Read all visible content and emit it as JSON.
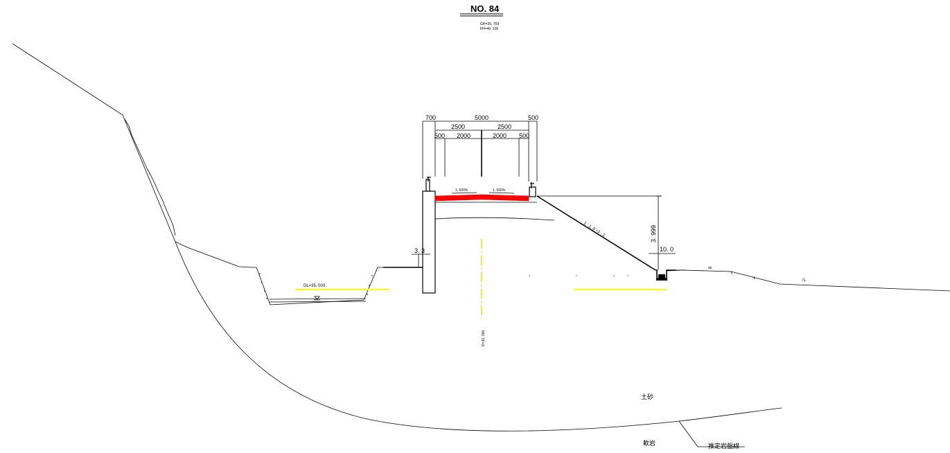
{
  "section": {
    "title": "NO. 84",
    "gh": "GH=35. 769",
    "fh": "FH=40. 100"
  },
  "dimensions": {
    "top_left": "700",
    "top_total": "5000",
    "top_right": "500",
    "half_left": "2500",
    "half_right": "2500",
    "sub_left_500": "500",
    "sub_left_2000": "2000",
    "sub_right_2000": "2000",
    "sub_right_500": "500"
  },
  "slopes": {
    "left": "1. 500%",
    "right": "1. 500%",
    "embankment": "1 : 1. 8 =1 : 2"
  },
  "labels": {
    "wall_width": "3. 3",
    "height_dim": "3. 999",
    "ditch": "10. 0",
    "dl": "DL=35. 000",
    "datum": "D=30. 000",
    "as": "as",
    "grass": "ﾉL",
    "soil": "土砂",
    "soft_rock": "軟岩",
    "rock_line": "推定岩盤線"
  },
  "colors": {
    "pavement": "#ff0000",
    "water_level": "#ffff00",
    "center_line": "#f0e000",
    "line": "#000000"
  }
}
